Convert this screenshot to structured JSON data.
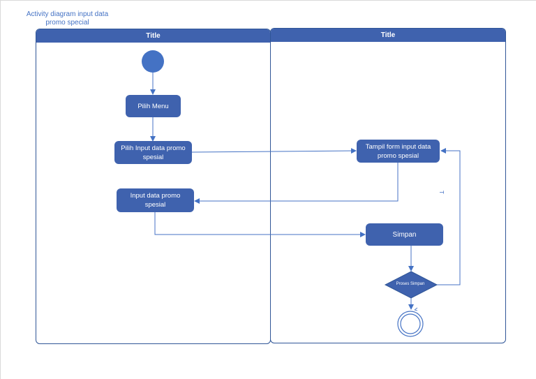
{
  "diagram": {
    "title": "Activity diagram input data promo special",
    "lanes": [
      {
        "label": "Title"
      },
      {
        "label": "Title"
      }
    ],
    "nodes": {
      "pilih_menu": "Pilih Menu",
      "pilih_input": "Pilih Input data promo spesial",
      "tampil_form": "Tampil form input data promo spesial",
      "input_data": "Input data promo spesial",
      "simpan": "Simpan",
      "proses_simpan": "Proses Simpan"
    },
    "edge_mark": "T",
    "colors": {
      "node_fill": "#3f62ae",
      "lane_border": "#2f5597",
      "edge": "#4472c4",
      "title_text": "#4472c4"
    }
  }
}
